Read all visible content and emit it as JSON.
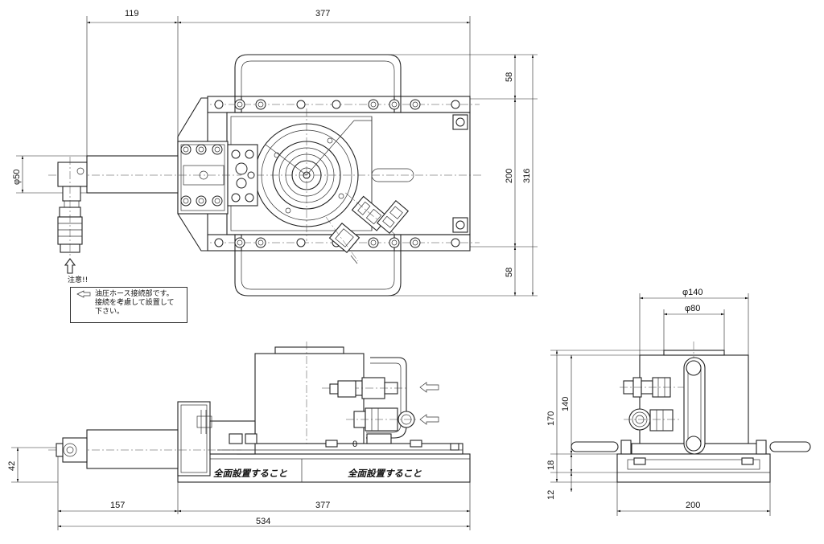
{
  "dimensions": {
    "top_119": "119",
    "top_377": "377",
    "right_58_top": "58",
    "right_200": "200",
    "right_316": "316",
    "right_58_bottom": "58",
    "left_phi50": "φ50",
    "front_42": "42",
    "front_157": "157",
    "front_377": "377",
    "front_534": "534",
    "side_phi140": "φ140",
    "side_phi80": "φ80",
    "side_170": "170",
    "side_140": "140",
    "side_18": "18",
    "side_12": "12",
    "side_200": "200"
  },
  "note": {
    "heading": "注意!!",
    "line1": "油圧ホース接続部です。",
    "line2": "接続を考慮して設置して",
    "line3": "下さい。"
  },
  "labels": {
    "install_left": "全面設置すること",
    "install_right": "全面設置すること",
    "port_mark": "0"
  }
}
